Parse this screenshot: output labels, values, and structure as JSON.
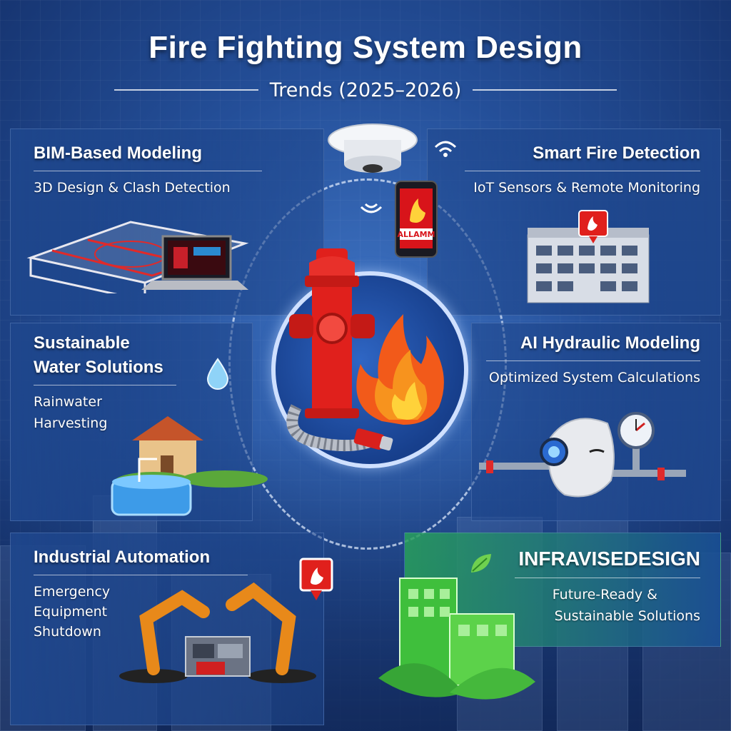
{
  "header": {
    "title": "Fire Fighting System Design",
    "subtitle": "Trends (2025–2026)"
  },
  "panels": {
    "bim": {
      "title": "BIM-Based Modeling",
      "desc": "3D Design & Clash Detection"
    },
    "smart": {
      "title": "Smart Fire Detection",
      "desc": "IoT Sensors & Remote Monitoring"
    },
    "sustainable": {
      "title_line1": "Sustainable",
      "title_line2": "Water Solutions",
      "desc_line1": "Rainwater",
      "desc_line2": "Harvesting"
    },
    "ai": {
      "title": "AI Hydraulic Modeling",
      "desc": "Optimized System Calculations"
    },
    "industrial": {
      "title": "Industrial Automation",
      "desc_line1": "Emergency",
      "desc_line2": "Equipment",
      "desc_line3": "Shutdown"
    },
    "brand": {
      "name": "INFRAVISEDESIGN",
      "tagline_line1": "Future-Ready &",
      "tagline_line2": "Sustainable Solutions"
    }
  },
  "phone_alarm_label": "ALLAMM",
  "colors": {
    "accent_red": "#e0201c",
    "flame_orange": "#f7931e",
    "brand_green": "#2fb04a",
    "panel_blue": "#1e468c"
  }
}
